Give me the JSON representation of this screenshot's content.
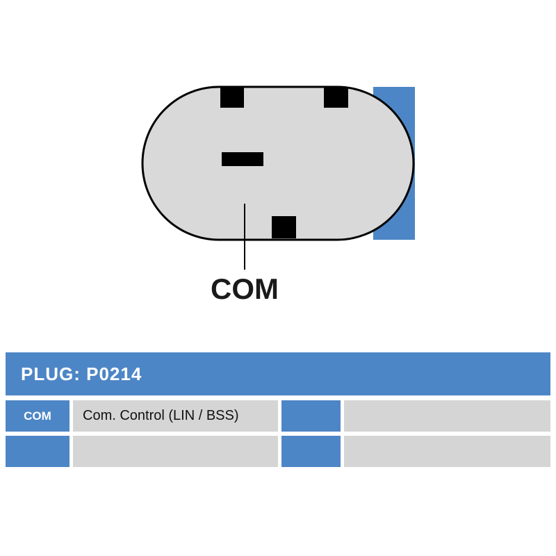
{
  "colors": {
    "accent_blue": "#4d86c6",
    "connector_body": "#d9d9d9",
    "outline": "#000000"
  },
  "diagram": {
    "label": "COM",
    "icons": [
      "connector-body",
      "key-tab-top-left",
      "key-tab-top-right",
      "pin-slot-center",
      "key-tab-bottom",
      "mount-block"
    ]
  },
  "table": {
    "header": "PLUG: P0214",
    "rows": [
      {
        "pin": "COM",
        "description": "Com. Control (LIN / BSS)",
        "col3": "",
        "col4": ""
      },
      {
        "pin": "",
        "description": "",
        "col3": "",
        "col4": ""
      }
    ]
  }
}
